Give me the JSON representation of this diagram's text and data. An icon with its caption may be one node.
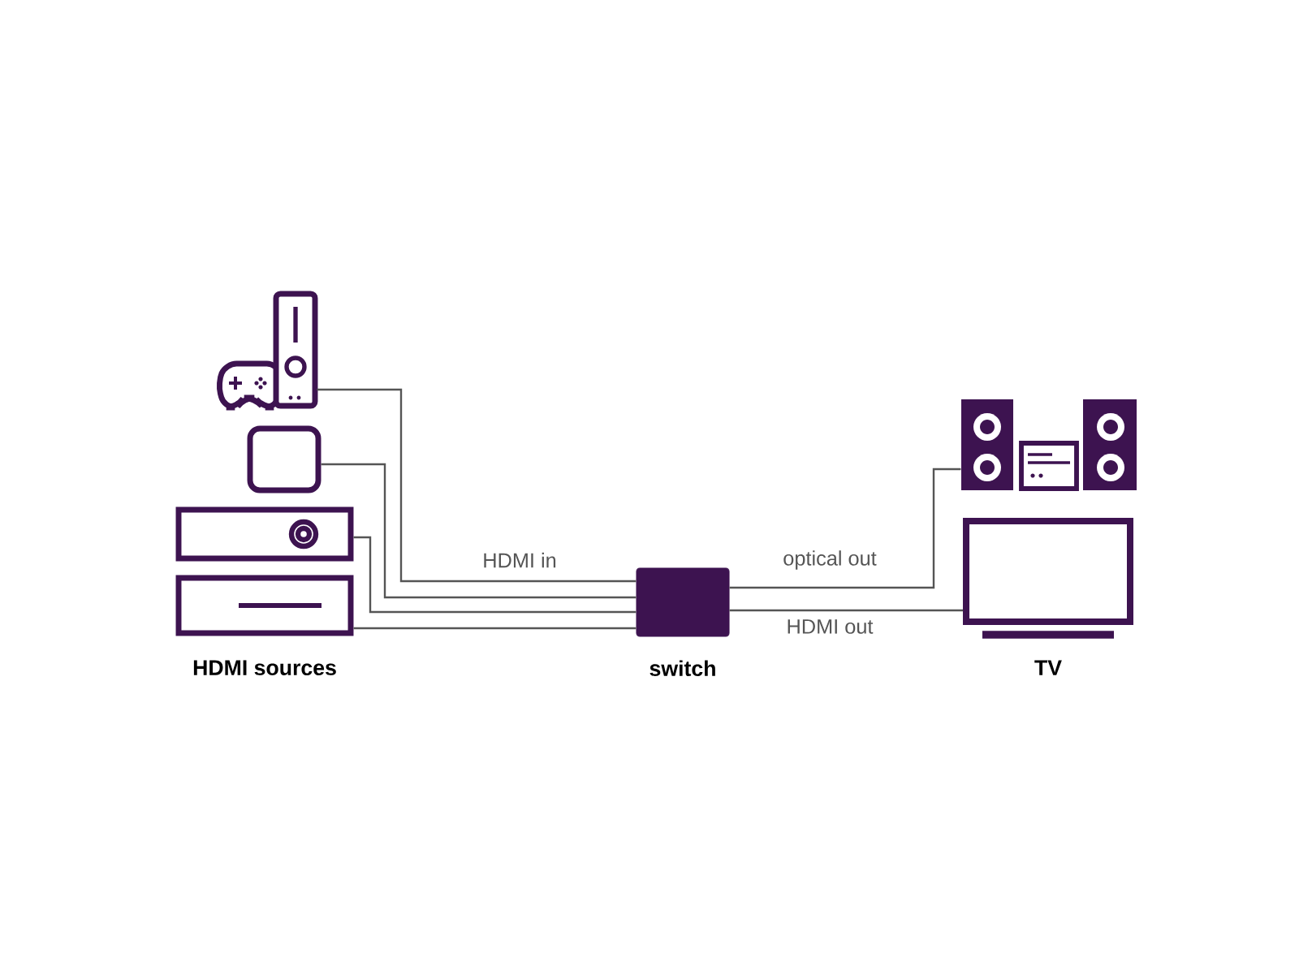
{
  "diagram": {
    "nodes": [
      {
        "text": [],
        "shape": "picture"
      },
      {
        "text": [],
        "shape": "box"
      },
      {
        "text": [],
        "shape": "box"
      },
      {
        "text": [],
        "shape": "box"
      },
      {
        "text": [],
        "shape": "box",
        "beside": [
          "switch"
        ]
      },
      {
        "text": [],
        "shape": "picture"
      },
      {
        "text": [],
        "shape": "box",
        "beside": [
          "TV"
        ]
      }
    ],
    "edges": [
      {
        "from": 0,
        "to": 4,
        "arrow": "none",
        "label": "HDMI in"
      },
      {
        "from": 1,
        "to": 4,
        "arrow": "none"
      },
      {
        "from": 2,
        "to": 4,
        "arrow": "none"
      },
      {
        "from": 3,
        "to": 4,
        "arrow": "none"
      },
      {
        "from": 4,
        "to": 5,
        "arrow": "none",
        "label": "optical out"
      },
      {
        "from": 4,
        "to": 6,
        "arrow": "none",
        "label": "HDMI out"
      }
    ],
    "labels": [
      "HDMI sources"
    ]
  }
}
